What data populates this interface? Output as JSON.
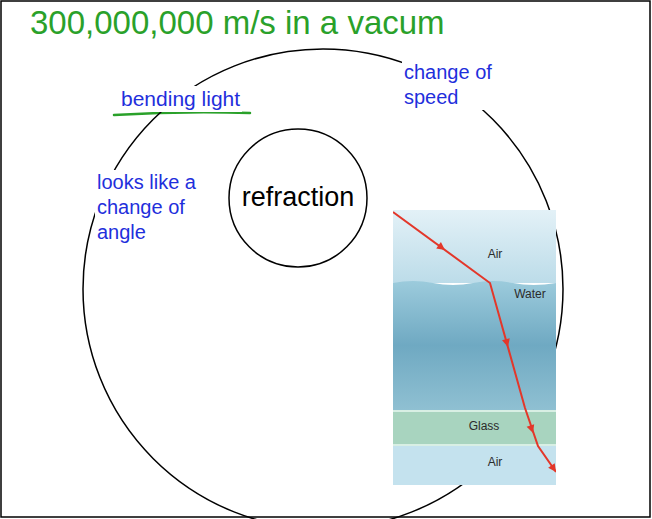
{
  "diagram": {
    "title": "300,000,000 m/s in a vacum",
    "nodes": [
      {
        "text": [
          "bending light",
          "change of speed",
          "looks like a change of angle"
        ]
      },
      {
        "text": [
          "refraction"
        ],
        "in": 0
      }
    ],
    "labels": [
      "Air",
      "Water",
      "Glass",
      "Air"
    ]
  }
}
